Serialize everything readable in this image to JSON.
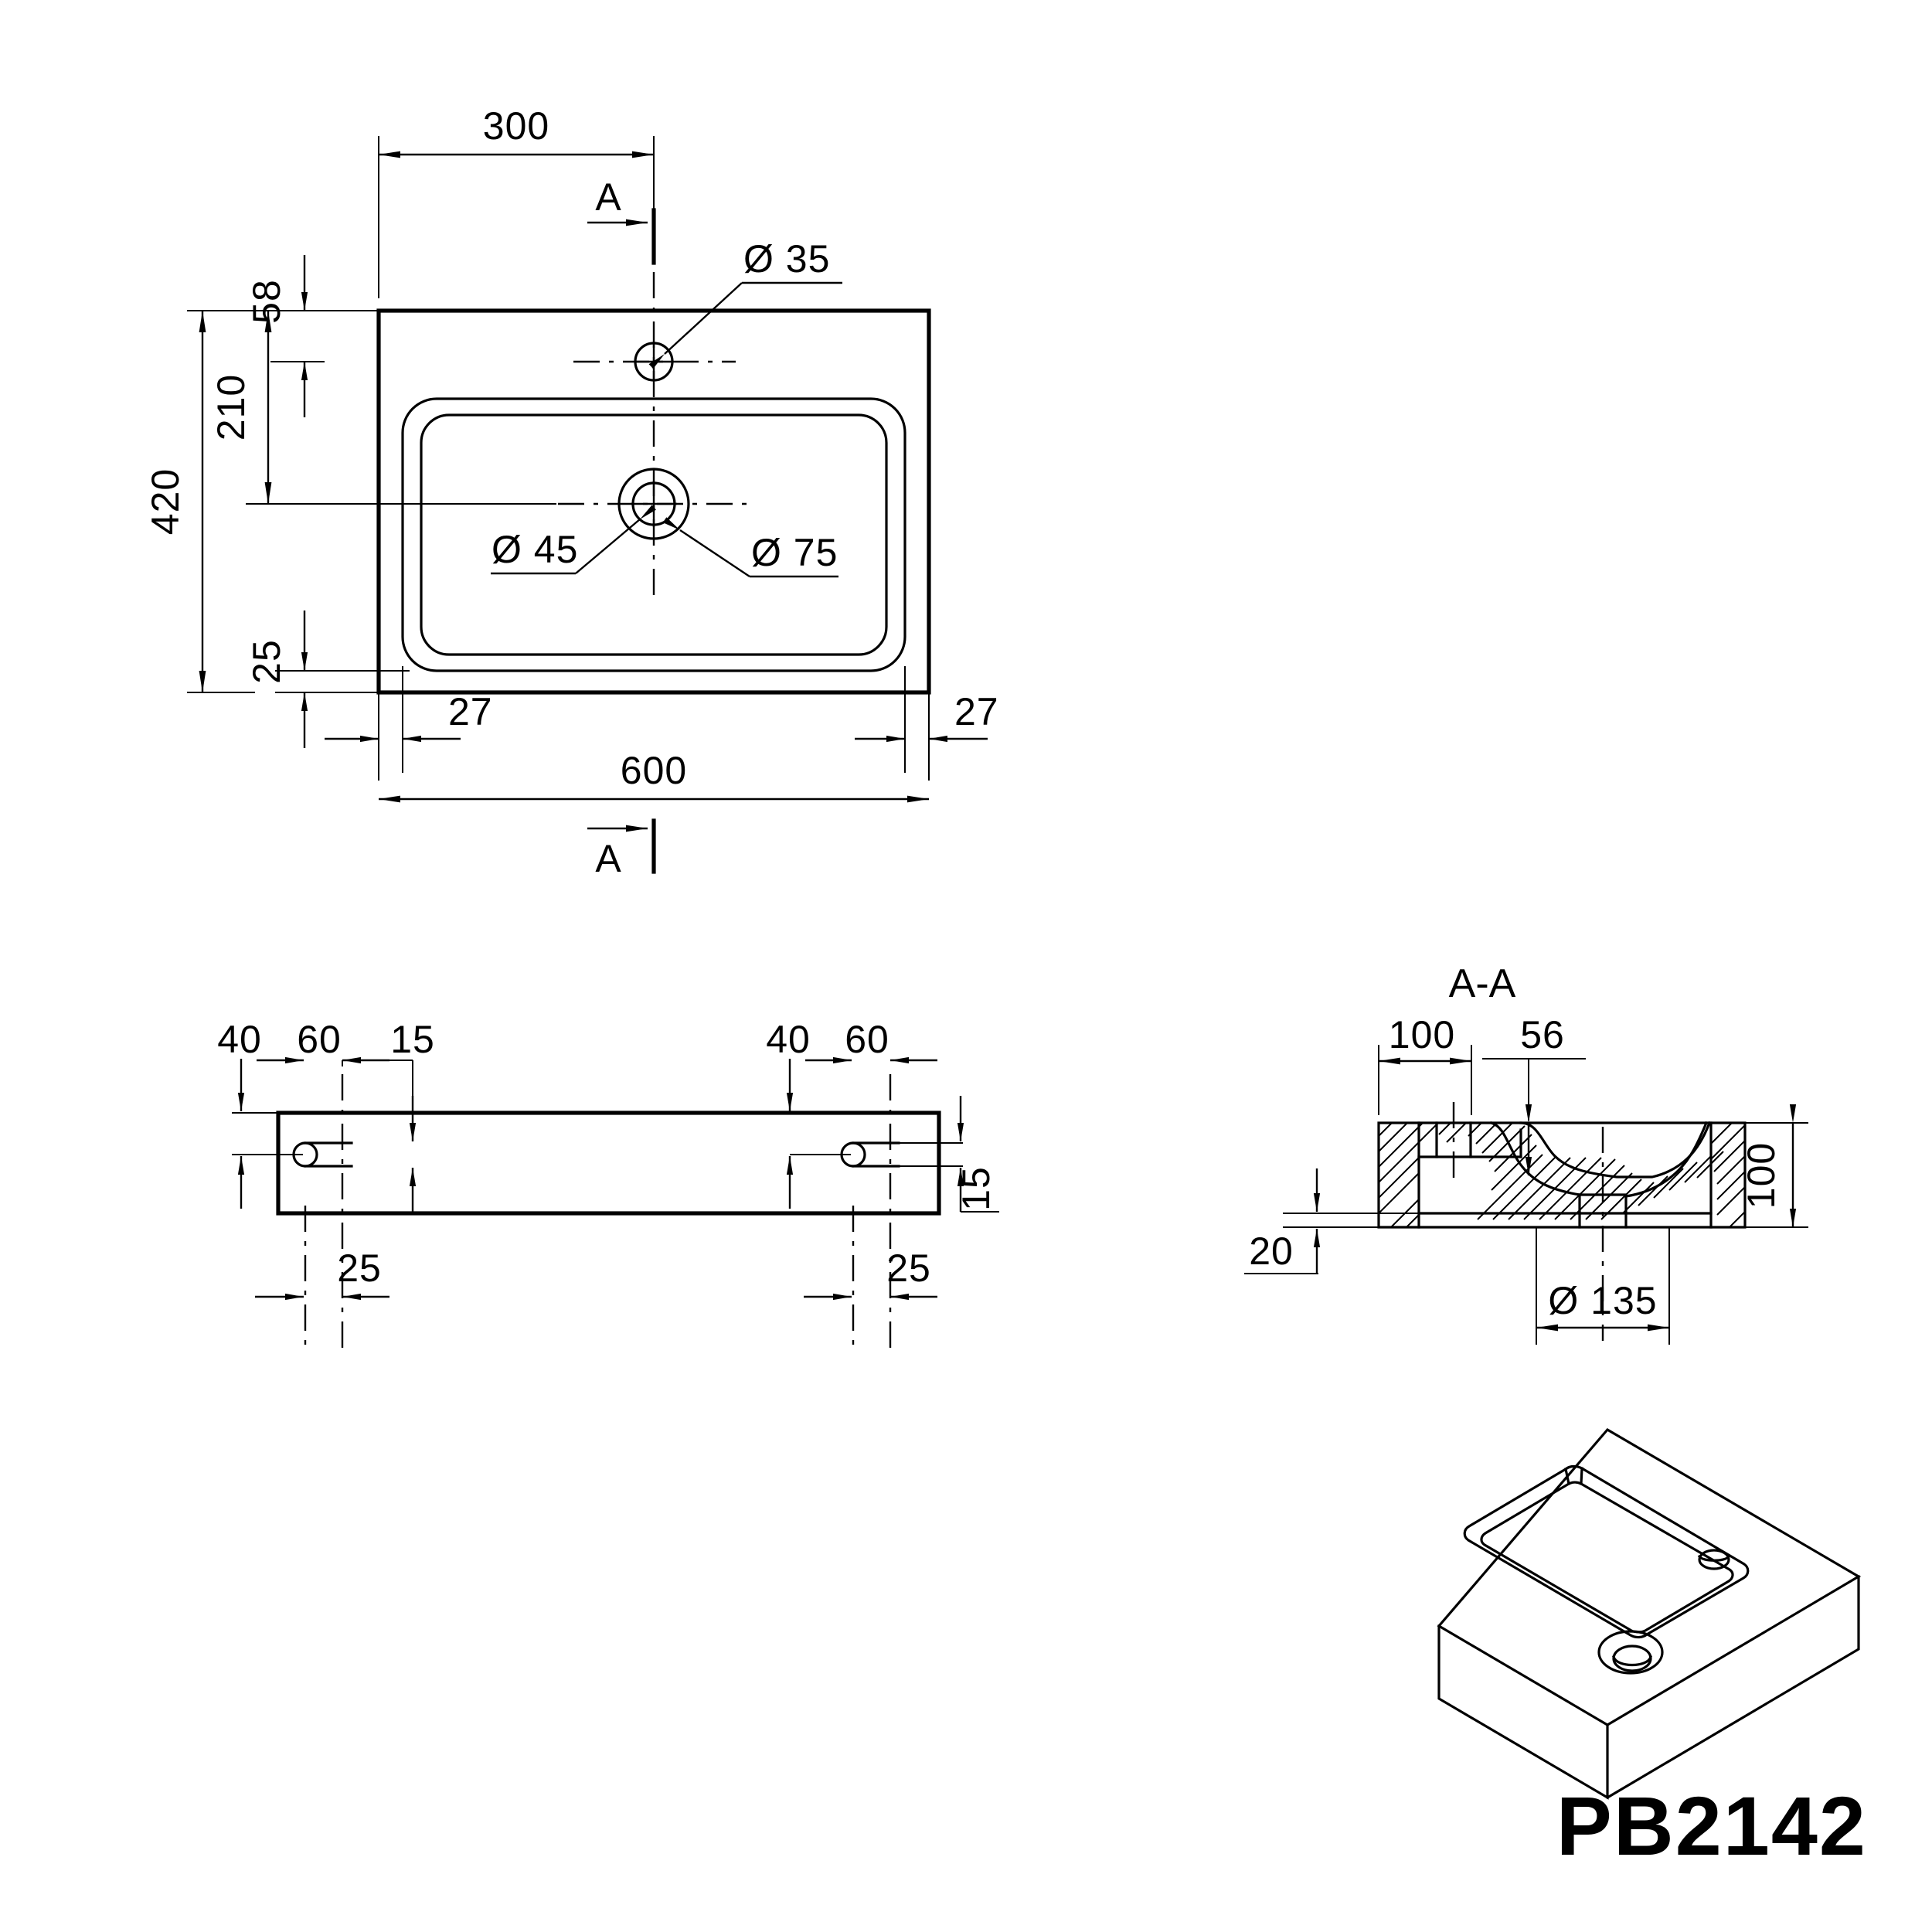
{
  "drawing": {
    "part_number": "PB2142",
    "section_label": "A-A",
    "section_mark": "A"
  },
  "top_view": {
    "name": "top-view",
    "dimensions": {
      "offset_to_faucet_x": "300",
      "top_edge_to_faucet": "58",
      "top_edge_to_drain": "210",
      "overall_depth": "420",
      "bowl_bottom_to_edge": "25",
      "left_inset": "27",
      "right_inset": "27",
      "overall_width": "600"
    },
    "callouts": {
      "faucet_hole": "Ø 35",
      "drain_inner": "Ø 45",
      "drain_outer": "Ø 75"
    }
  },
  "rear_view": {
    "name": "rear-elevation-view",
    "dimensions": {
      "left_edge_to_top": "40",
      "left_hole_x": "60",
      "left_hole_width": "15",
      "right_edge_to_top": "40",
      "right_hole_x": "60",
      "right_hole_height": "15",
      "left_hole_diameter": "25",
      "right_hole_diameter": "25"
    }
  },
  "section_view": {
    "name": "section-a-a-view",
    "title": "A-A",
    "dimensions": {
      "ledge_width": "100",
      "bowl_depth": "56",
      "overall_height": "100",
      "base_height": "20",
      "drain_diameter": "Ø 135"
    }
  },
  "iso_view": {
    "name": "isometric-view"
  }
}
